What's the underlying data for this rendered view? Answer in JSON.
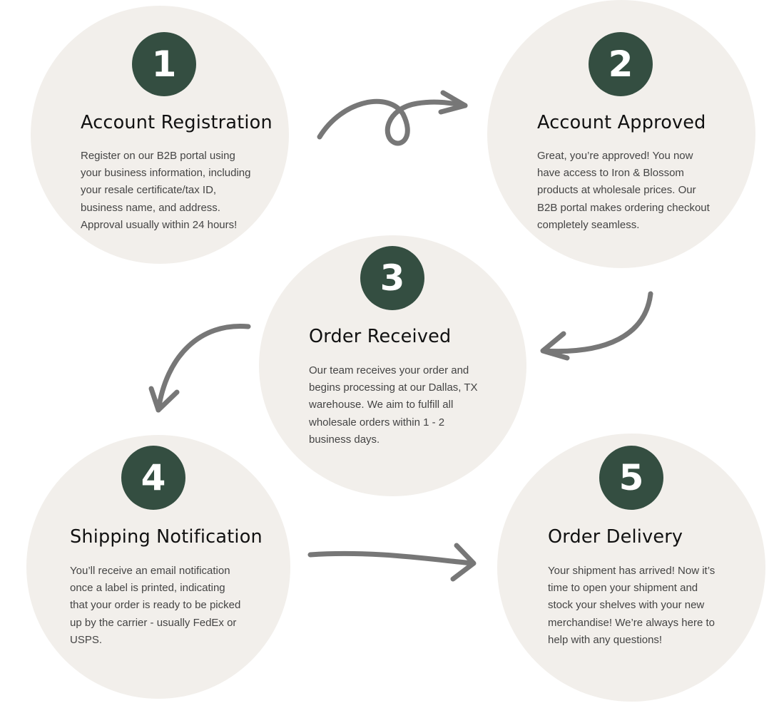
{
  "steps": [
    {
      "number": "1",
      "title": "Account Registration",
      "lines": [
        "Register on our B2B portal using",
        "your business information, including",
        "your resale certificate/tax ID,",
        "business name, and address.",
        "Approval usually within 24 hours!"
      ]
    },
    {
      "number": "2",
      "title": "Account Approved",
      "lines": [
        "Great, you’re approved! You now",
        "have access to Iron & Blossom",
        "products at wholesale prices. Our",
        "B2B portal makes ordering checkout",
        "completely seamless."
      ]
    },
    {
      "number": "3",
      "title": "Order Received",
      "lines": [
        "Our team receives your order and",
        "begins processing at our Dallas, TX",
        "warehouse. We aim to fulfill all",
        "wholesale orders within 1 - 2",
        "business days."
      ]
    },
    {
      "number": "4",
      "title": "Shipping Notification",
      "lines": [
        "You’ll receive an email notification",
        "once a label is printed, indicating",
        "that your order is ready to be picked",
        "up by the carrier - usually FedEx or",
        "USPS."
      ]
    },
    {
      "number": "5",
      "title": "Order Delivery",
      "lines": [
        "Your shipment has arrived! Now it’s",
        "time to open your shipment and",
        "stock your shelves with your new",
        "merchandise! We’re always here to",
        "help with any questions!"
      ]
    }
  ],
  "colors": {
    "bubble": "#f2efeb",
    "badge": "#344e41",
    "arrow": "#777777"
  }
}
